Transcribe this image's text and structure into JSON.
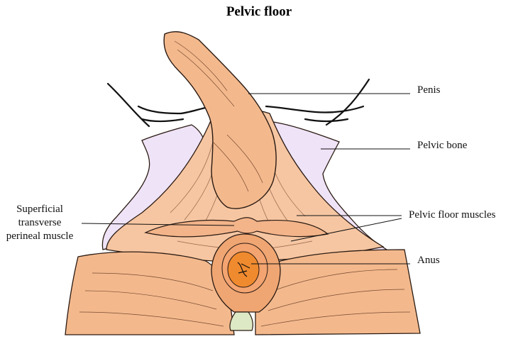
{
  "title": "Pelvic floor",
  "labels": {
    "penis": "Penis",
    "pelvic_bone": "Pelvic bone",
    "pelvic_floor_muscles": "Pelvic floor muscles",
    "anus": "Anus",
    "superficial_transverse_perineal_muscle": [
      "Superficial",
      "transverse",
      "perineal muscle"
    ]
  },
  "colors": {
    "skin": "#f3b98d",
    "skin_dark": "#efa673",
    "muscle": "#f6c6a2",
    "bone": "#efe3f7",
    "anus": "#f08a2e",
    "coccyx": "#dde8c4",
    "outline": "#2a1a12"
  }
}
